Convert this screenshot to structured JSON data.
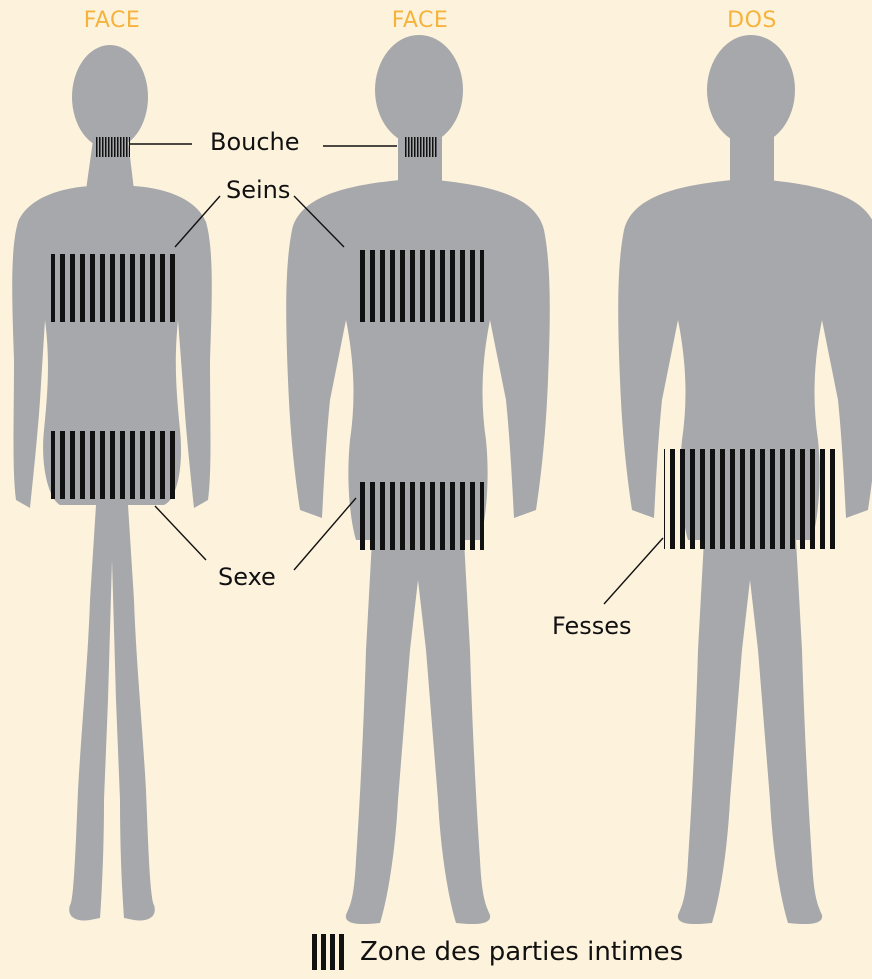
{
  "views": [
    {
      "key": "woman_front",
      "label": "FACE"
    },
    {
      "key": "man_front",
      "label": "FACE"
    },
    {
      "key": "man_back",
      "label": "DOS"
    }
  ],
  "callouts": {
    "mouth": "Bouche",
    "breasts": "Seins",
    "genitals": "Sexe",
    "buttocks": "Fesses"
  },
  "legend": {
    "label": "Zone des parties intimes",
    "icon": "vertical-stripes-icon"
  },
  "colors": {
    "background": "#fdf3dd",
    "silhouette": "#a7a8ab",
    "stripes": "#111111",
    "view_label": "#f6b33c",
    "text": "#111111"
  }
}
